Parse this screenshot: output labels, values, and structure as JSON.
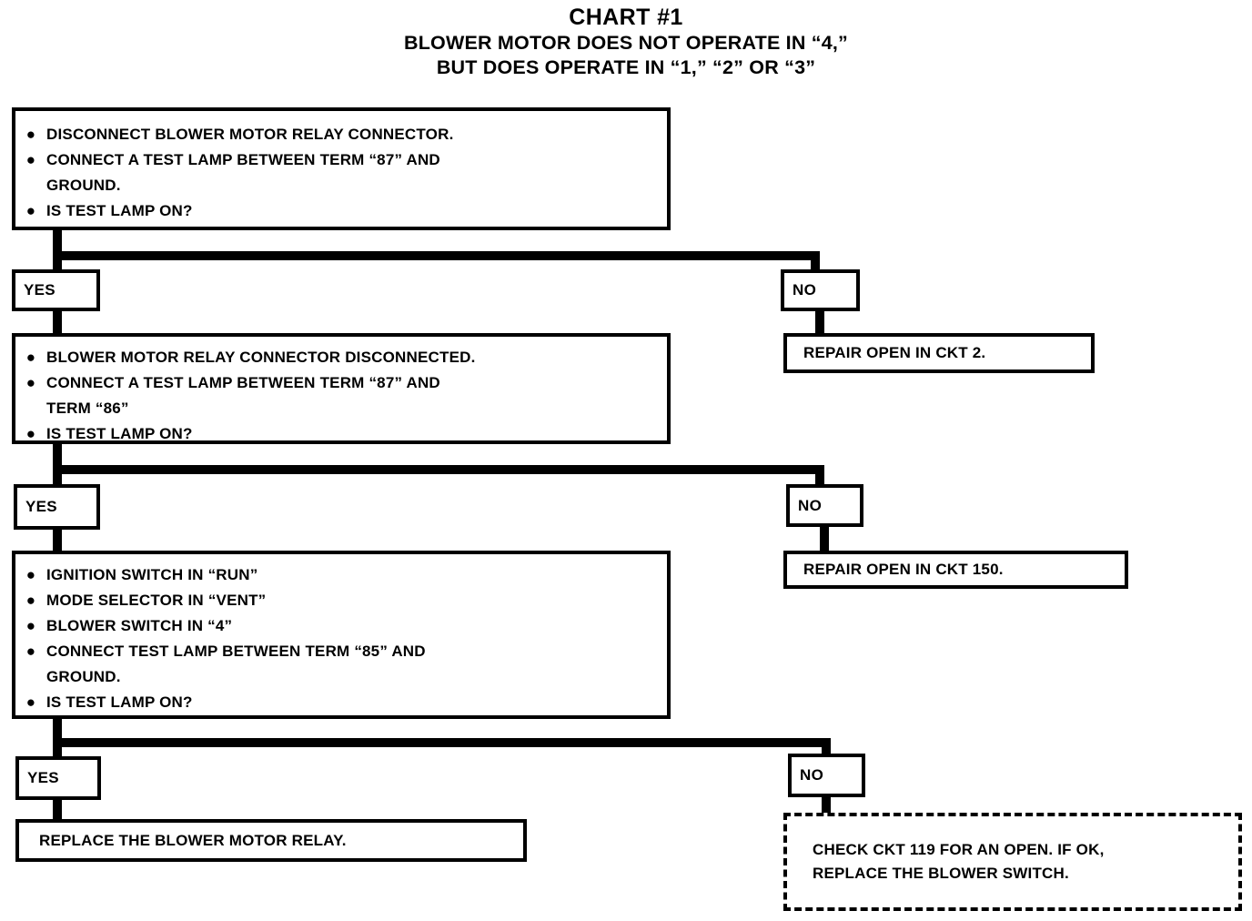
{
  "title": {
    "line1": "CHART #1",
    "line2": "BLOWER MOTOR DOES NOT OPERATE IN “4,”",
    "line3": "BUT DOES OPERATE IN “1,” “2” OR “3”"
  },
  "bullet_glyph": "●",
  "steps": [
    {
      "id": "step-1",
      "bullets": [
        "DISCONNECT BLOWER MOTOR RELAY CONNECTOR.",
        "CONNECT A TEST LAMP BETWEEN TERM “87” AND\nGROUND.",
        "IS TEST LAMP ON?"
      ]
    },
    {
      "id": "step-2",
      "bullets": [
        "BLOWER MOTOR RELAY CONNECTOR DISCONNECTED.",
        "CONNECT A TEST LAMP BETWEEN TERM “87” AND\nTERM “86”",
        "IS TEST LAMP ON?"
      ]
    },
    {
      "id": "step-3",
      "bullets": [
        "IGNITION SWITCH IN “RUN”",
        "MODE SELECTOR IN “VENT”",
        "BLOWER SWITCH IN “4”",
        "CONNECT TEST LAMP BETWEEN TERM “85” AND\nGROUND.",
        "IS TEST LAMP ON?"
      ]
    }
  ],
  "branches": [
    {
      "yes": "YES",
      "no": "NO"
    },
    {
      "yes": "YES",
      "no": "NO"
    },
    {
      "yes": "YES",
      "no": "NO"
    }
  ],
  "outcomes": {
    "no_1": "REPAIR OPEN IN CKT 2.",
    "no_2": "REPAIR OPEN IN CKT 150.",
    "yes_3": "REPLACE THE BLOWER MOTOR RELAY.",
    "no_3": "CHECK CKT 119 FOR AN OPEN. IF OK,\nREPLACE THE BLOWER SWITCH."
  },
  "colors": {
    "ink": "#000000",
    "paper": "#ffffff"
  }
}
